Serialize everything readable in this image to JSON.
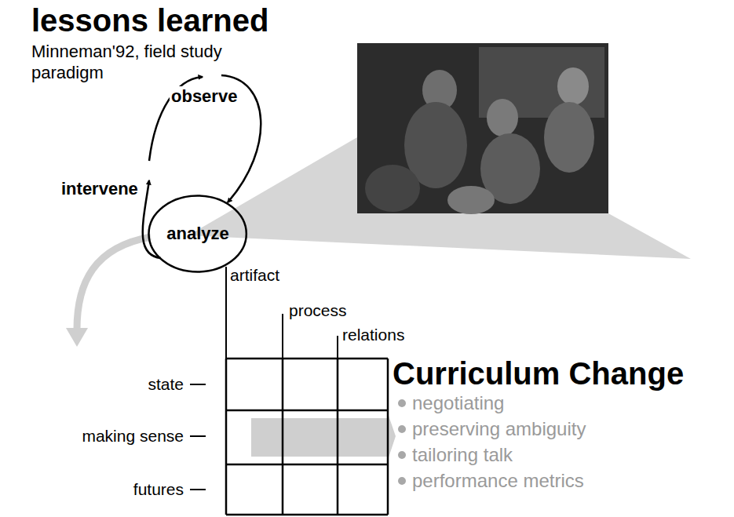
{
  "diagram": {
    "title": "lessons learned",
    "nodes": [
      {
        "text": [
          "analyze"
        ]
      }
    ],
    "labels": [
      "Minneman'92, field study paradigm",
      "observe",
      "intervene",
      "artifact",
      "process",
      "relations",
      "state",
      "making sense",
      "futures",
      "Curriculum Change",
      "negotiating",
      "preserving ambiguity",
      "tailoring talk",
      "performance metrics"
    ]
  }
}
